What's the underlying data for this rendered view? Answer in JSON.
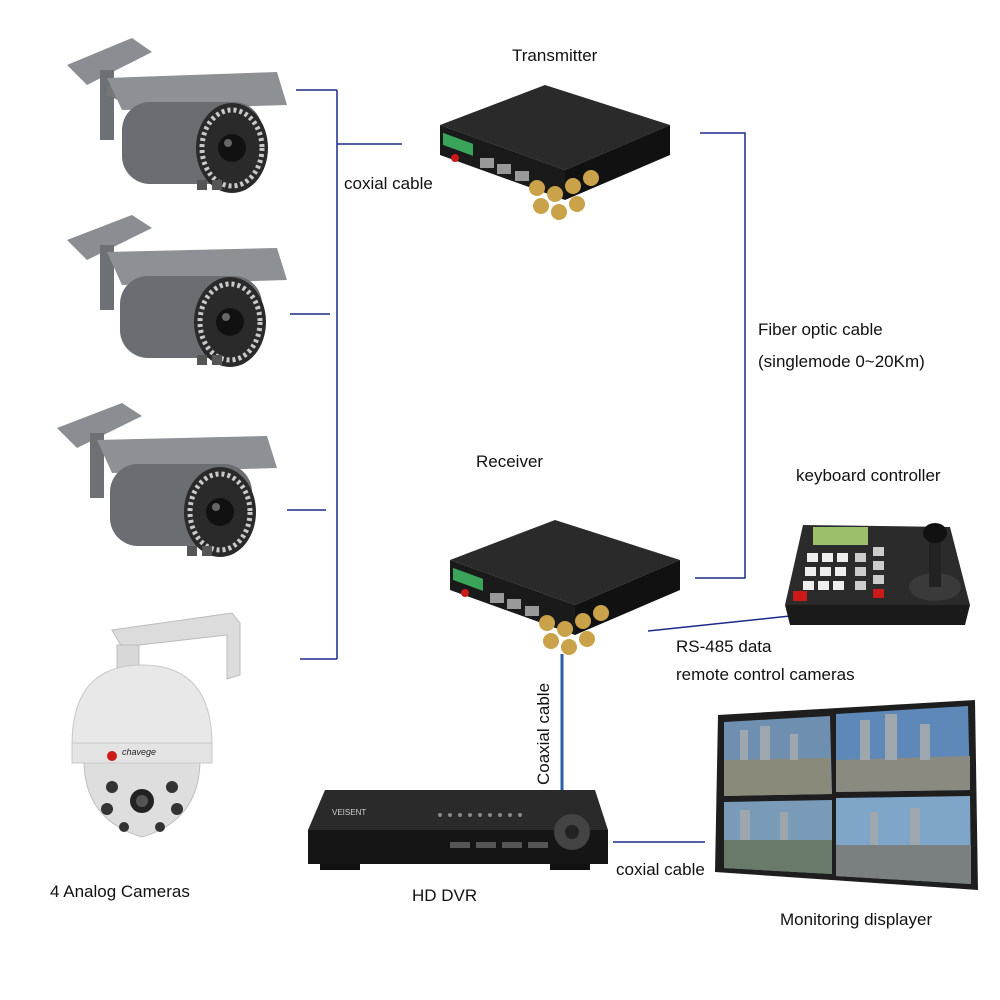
{
  "labels": {
    "transmitter": "Transmitter",
    "coxial_top": "coxial cable",
    "fiber_line1": "Fiber optic  cable",
    "fiber_line2": "(singlemode 0~20Km)",
    "receiver": "Receiver",
    "keyboard": "keyboard controller",
    "rs485_line1": "RS-485 data",
    "rs485_line2": "remote  control cameras",
    "coaxial_vertical": "Coaxial cable",
    "coxial_bottom": "coxial cable",
    "cameras": "4 Analog Cameras",
    "dvr": "HD DVR",
    "display": "Monitoring displayer",
    "dome_brand": "chavege",
    "dvr_brand": "VEISENT"
  },
  "colors": {
    "line": "#1a2a8a",
    "device_dark": "#222222",
    "camera_grey": "#8a8d91",
    "led_red": "#cc1a1a"
  }
}
